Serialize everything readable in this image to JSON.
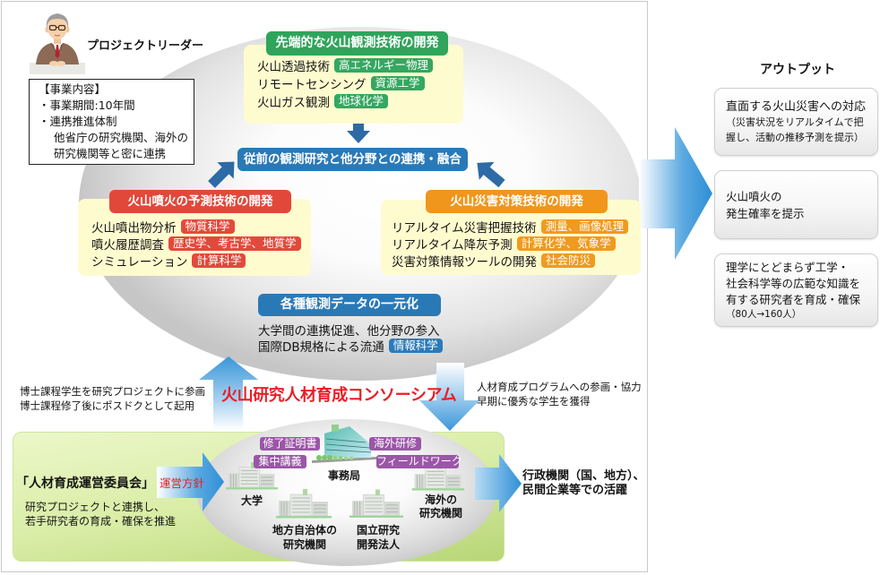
{
  "leader": {
    "title": "プロジェクトリーダー",
    "info": {
      "heading": "【事業内容】",
      "lines": [
        "・事業期間:10年間",
        "・連携推進体制",
        "他省庁の研究機関、海外の",
        "研究機関等と密に連携"
      ]
    }
  },
  "advanced_tech": {
    "title": "先端的な火山観測技術の開発",
    "rows": [
      {
        "text": "火山透過技術",
        "tag": "高エネルギー物理"
      },
      {
        "text": "リモートセンシング",
        "tag": "資源工学"
      },
      {
        "text": "火山ガス観測",
        "tag": "地球化学"
      }
    ]
  },
  "integration": {
    "title": "従前の観測研究と他分野との連携・融合"
  },
  "eruption_prediction": {
    "title": "火山噴火の予測技術の開発",
    "rows": [
      {
        "text": "火山噴出物分析",
        "tag": "物質科学"
      },
      {
        "text": "噴火履歴調査",
        "tag": "歴史学、考古学、地質学"
      },
      {
        "text": "シミュレーション",
        "tag": "計算科学"
      }
    ]
  },
  "disaster_countermeasures": {
    "title": "火山災害対策技術の開発",
    "rows": [
      {
        "text": "リアルタイム災害把握技術",
        "tag": "測量、画像処理"
      },
      {
        "text": "リアルタイム降灰予測",
        "tag": "計算化学、気象学"
      },
      {
        "text": "災害対策情報ツールの開発",
        "tag": "社会防災"
      }
    ]
  },
  "data_unification": {
    "title": "各種観測データの一元化",
    "line": "大学間の連携促進、他分野の参入",
    "row": {
      "text": "国際DB規格による流通",
      "tag": "情報科学"
    }
  },
  "consortium": {
    "title": "火山研究人材育成コンソーシアム",
    "upward_note": [
      "博士課程学生を研究プロジェクトに参画",
      "博士課程修了後にポスドクとして起用"
    ],
    "downward_note": [
      "人材育成プログラムへの参画・協力",
      "早期に優秀な学生を獲得"
    ]
  },
  "committee": {
    "name": "「人材育成運営委員会」",
    "policy": "運営方針",
    "lines": [
      "研究プロジェクトと連携し、",
      "若手研究者の育成・確保を推進"
    ]
  },
  "hub": {
    "programs": [
      "修了証明書",
      "海外研修",
      "集中講義",
      "フィールドワーク"
    ],
    "office": "事務局",
    "members": {
      "university": [
        "大学"
      ],
      "local_government": [
        "地方自治体の",
        "研究機関"
      ],
      "national_institute": [
        "国立研究",
        "開発法人"
      ],
      "overseas": [
        "海外の",
        "研究機関"
      ]
    }
  },
  "career": {
    "lines": [
      "行政機関（国、地方）、",
      "民間企業等での活躍"
    ]
  },
  "output": {
    "title": "アウトプット",
    "boxes": [
      {
        "lines": [
          "直面する火山災害への対応",
          "（災害状況をリアルタイムで把",
          "握し、活動の推移予測を提示）"
        ]
      },
      {
        "lines": [
          "火山噴火の",
          "発生確率を提示"
        ]
      },
      {
        "lines": [
          "理学にとどまらず工学・",
          "社会科学等の広範な知識を",
          "有する研究者を育成・確保"
        ],
        "note": "（80人→160人）"
      }
    ]
  },
  "colors": {
    "advanced_tech": "#2fa45b",
    "eruption_prediction": "#e2483a",
    "disaster_countermeasures": "#f0961c",
    "integration": "#2a79b7",
    "hub_programs": "#9b56a7",
    "consortium_title": "#ee1c24",
    "box_fill": "#fefbcf",
    "arrow_dark": "#2d6aa6",
    "arrow_light": "#3a96da"
  }
}
